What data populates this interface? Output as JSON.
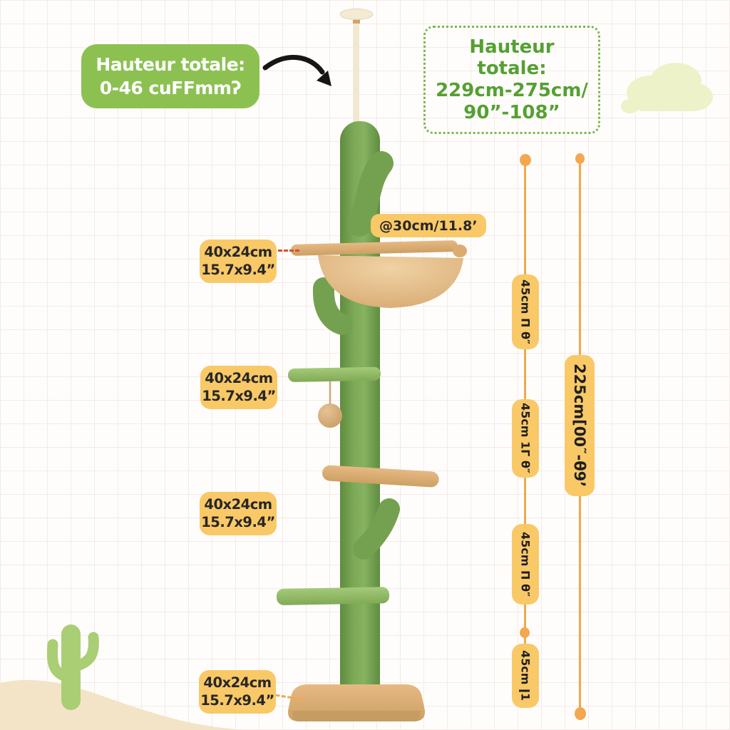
{
  "annotations": {
    "left_badge": {
      "line1": "Hauteur totale:",
      "line2": "0-46 cuFFmmʔ"
    },
    "height_box": {
      "lines": [
        "Hauteur",
        "totale:",
        "229cm-275cm/",
        "90”-108”"
      ]
    },
    "hammock_diameter_label": "@30cm/11.8’",
    "platform_labels": [
      {
        "size_cm": "40x24cm",
        "size_in": "15.7x9.4”"
      },
      {
        "size_cm": "40x24cm",
        "size_in": "15.7x9.4”"
      },
      {
        "size_cm": "40x24cm",
        "size_in": "15.7x9.4”"
      },
      {
        "size_cm": "40x24cm",
        "size_in": "15.7x9.4”"
      }
    ],
    "ruler_segment_labels": [
      "45cm Π θ″",
      "45cm 1Γ θ″",
      "45cm Π θ″",
      "45cm ǀ1"
    ],
    "ruler_total_label": "225cm[00˜-θ9’"
  },
  "colors": {
    "badge_green": "#8cc152",
    "box_border_green": "#7cb84e",
    "box_text_green": "#55a032",
    "label_amber": "#f9c968",
    "ruler_orange": "#f3a74e",
    "connector_red": "#d94f2b",
    "post_green": "#76a351",
    "platform_beige": "#dcab72",
    "platform_light_green": "#97c06b",
    "pole_cream": "#f2e8d0",
    "sand_cream": "#f3e4c7",
    "cloud_pale": "#edf2c8",
    "deco_cactus_green": "#a9ce74"
  }
}
